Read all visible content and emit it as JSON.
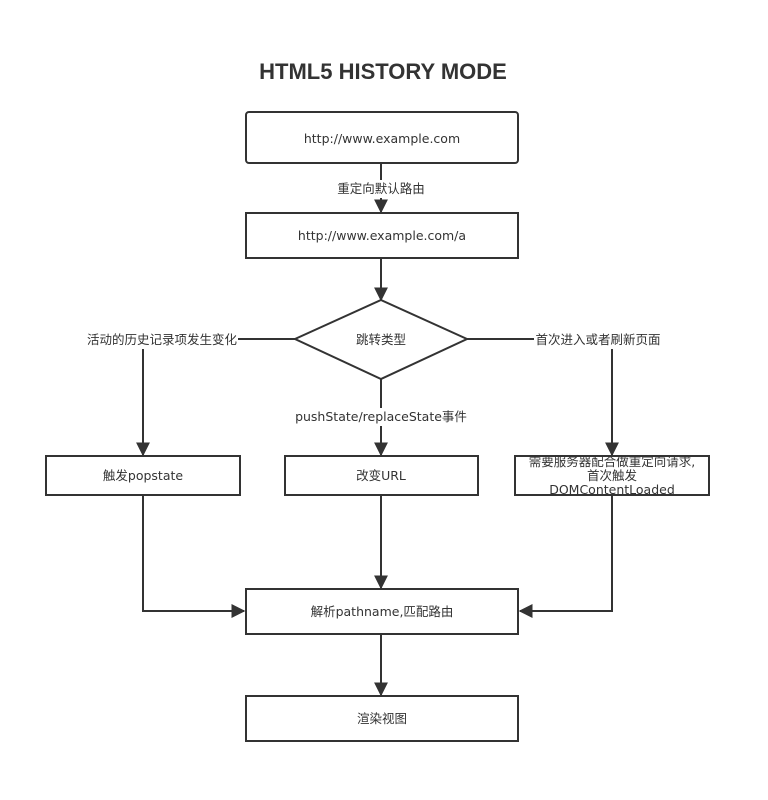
{
  "title": "HTML5 HISTORY MODE",
  "nodes": {
    "start": "http://www.example.com",
    "default_route": "http://www.example.com/a",
    "decision": "跳转类型",
    "popstate": "触发popstate",
    "change_url": "改变URL",
    "reload": [
      "需要服务器配合做重定向请求,",
      "首次触发",
      "DOMContentLoaded"
    ],
    "parse": "解析pathname,匹配路由",
    "render": "渲染视图"
  },
  "edges": {
    "redirect_default": "重定向默认路由",
    "history_change": "活动的历史记录项发生变化",
    "push_replace": "pushState/replaceState事件",
    "first_enter": "首次进入或者刷新页面"
  }
}
